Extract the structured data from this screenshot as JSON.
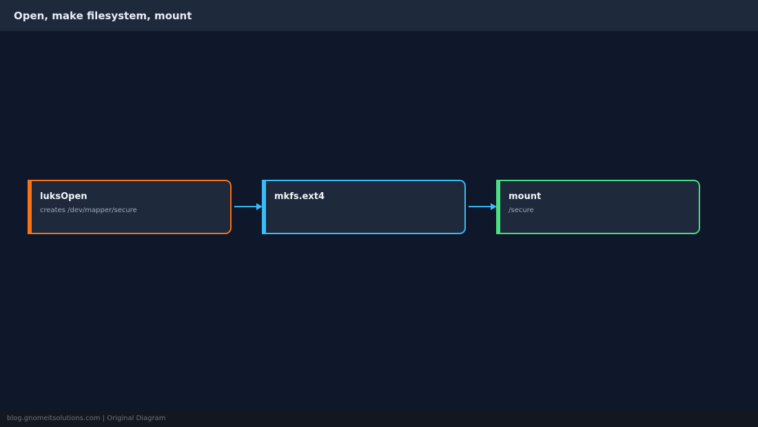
{
  "header": {
    "title": "Open, make filesystem, mount"
  },
  "diagram": {
    "nodes": [
      {
        "title": "luksOpen",
        "subtitle": "creates /dev/mapper/secure",
        "color": "#f97316"
      },
      {
        "title": "mkfs.ext4",
        "subtitle": "",
        "color": "#38bdf8"
      },
      {
        "title": "mount",
        "subtitle": "/secure",
        "color": "#4ade80"
      }
    ],
    "connector_color": "#38bdf8"
  },
  "footer": {
    "text": "blog.gnomeitsolutions.com | Original Diagram"
  }
}
